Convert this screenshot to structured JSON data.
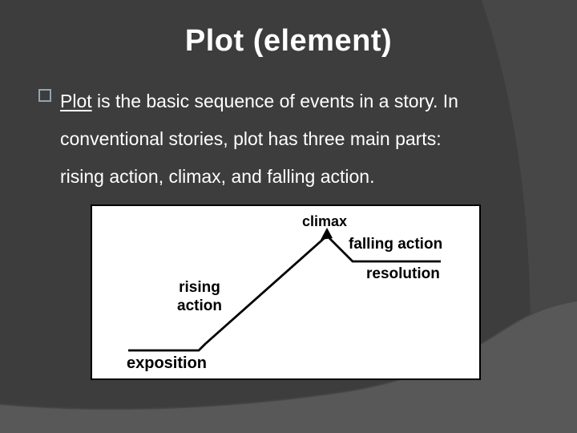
{
  "slide": {
    "title": "Plot (element)",
    "bullet": {
      "lead_word": "Plot",
      "line1_rest": " is the basic sequence of events in a story. In",
      "line2": "conventional stories, plot has three main parts:",
      "line3": "rising action, climax, and falling action."
    },
    "diagram": {
      "climax": "climax",
      "falling_action": "falling action",
      "resolution": "resolution",
      "rising_word1": "rising",
      "rising_word2": "action",
      "exposition": "exposition"
    },
    "colors": {
      "background": "#3d3d3d",
      "background_arc": "#474747",
      "bottom_band": "#585858",
      "title_text": "#ffffff",
      "body_text": "#ffffff",
      "bullet_border": "#8fa6b2",
      "diagram_background": "#ffffff",
      "diagram_line": "#000000"
    }
  }
}
